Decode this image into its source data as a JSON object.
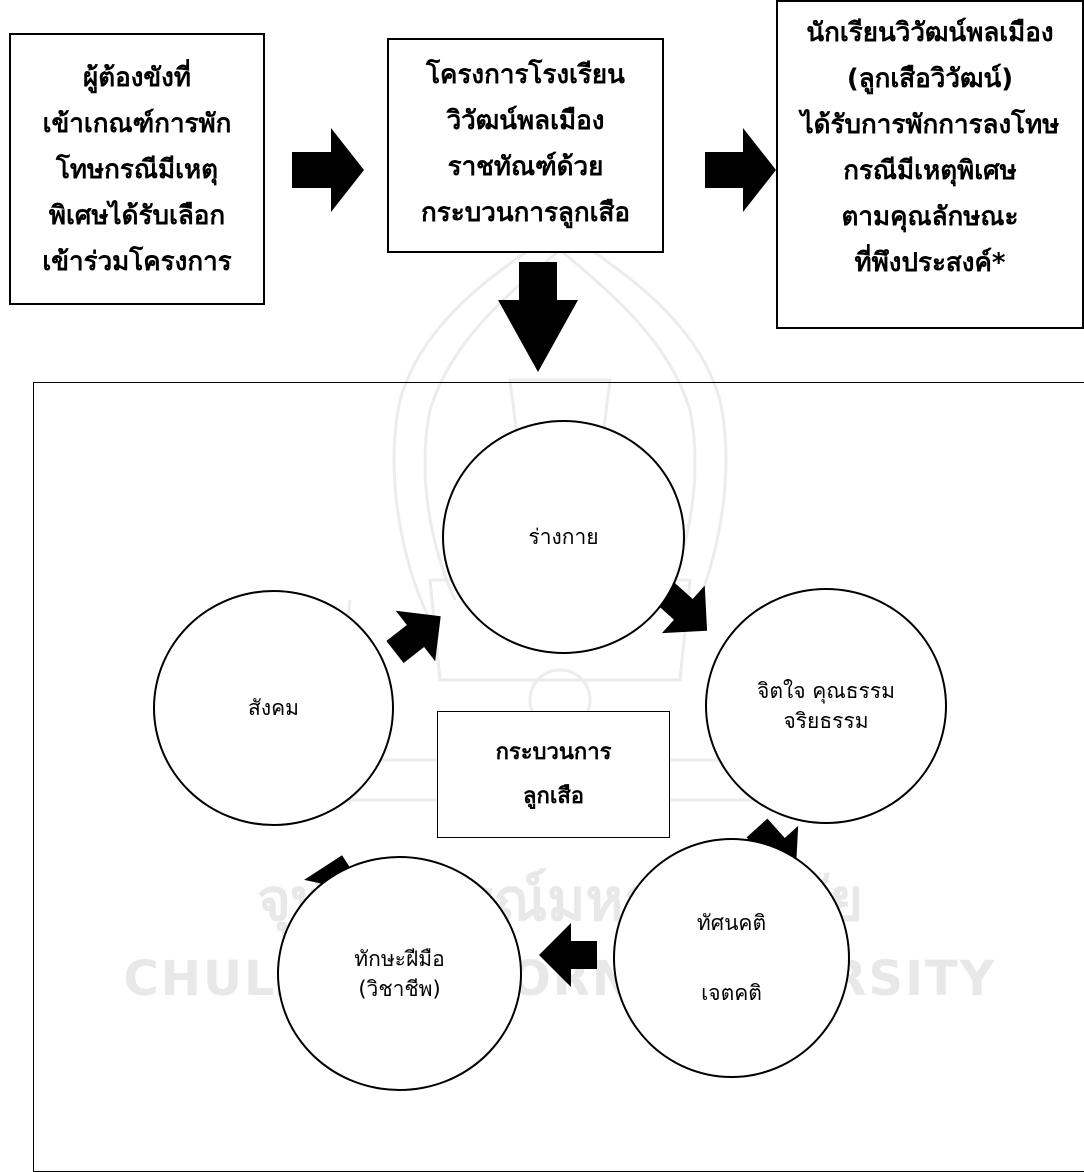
{
  "top_flow": {
    "box1": {
      "lines": [
        "ผู้ต้องขังที่",
        "เข้าเกณฑ์การพัก",
        "โทษกรณีมีเหตุ",
        "พิเศษได้รับเลือก",
        "เข้าร่วมโครงการ"
      ]
    },
    "box2": {
      "lines": [
        "โครงการโรงเรียน",
        "วิวัฒน์พลเมือง",
        "ราชทัณฑ์ด้วย",
        "กระบวนการลูกเสือ"
      ]
    },
    "box3": {
      "lines": [
        "นักเรียนวิวัฒน์พลเมือง",
        "(ลูกเสือวิวัฒน์)",
        "ได้รับการพักการลงโทษ",
        "กรณีมีเหตุพิเศษ",
        "ตามคุณลักษณะ",
        "ที่พึงประสงค์*"
      ]
    }
  },
  "cycle": {
    "center": {
      "lines": [
        "กระบวนการ",
        "ลูกเสือ"
      ]
    },
    "nodes": {
      "body": [
        "ร่างกาย"
      ],
      "mind": [
        "จิตใจ คุณธรรม",
        "จริยธรรม"
      ],
      "attitude": [
        "ทัศนคติ",
        "เจตคติ"
      ],
      "skill": [
        "ทักษะฝีมือ",
        "(วิชาชีพ)"
      ],
      "social": [
        "สังคม"
      ]
    }
  },
  "watermark": {
    "thai": "จุฬาลงกรณ์มหาวิทยาลัย",
    "english": "CHULALONGKORN UNIVERSITY",
    "color": "#e6e6e6"
  }
}
